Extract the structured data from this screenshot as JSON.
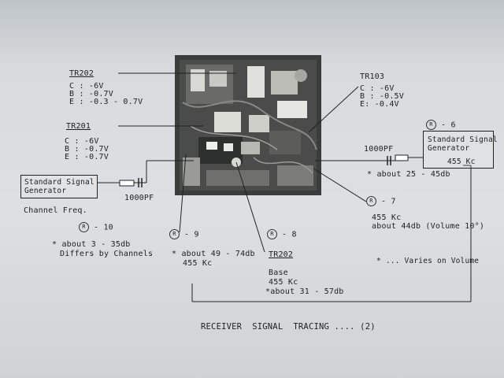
{
  "tr202_top": {
    "title": "TR202",
    "c": "C : -6V",
    "b": "B : -0.7V",
    "e": "E : -0.3 - 0.7V"
  },
  "tr201": {
    "title": "TR201",
    "c": "C : -6V",
    "b": "B : -0.7V",
    "e": "E : -0.7V"
  },
  "tr103": {
    "title": "TR103",
    "c": "C : -6V",
    "b": "B : -0.5V",
    "e": "E: -0.4V"
  },
  "generator_left": {
    "line1": "Standard Signal",
    "line2": "Generator"
  },
  "generator_right": {
    "line1": "Standard Signal",
    "line2": "Generator",
    "freq": "455 Kc"
  },
  "cap_left": "1000PF",
  "cap_right": "1000PF",
  "channel_freq": "Channel Freq.",
  "r_symbol": "R",
  "point6": {
    "num": "- 6",
    "level": "* about 25 - 45db"
  },
  "point7": {
    "num": "- 7",
    "freq": "455 Kc",
    "level": "about 44db (Volume 10°)"
  },
  "point8": {
    "num": "- 8",
    "title": "TR202",
    "base": "Base",
    "freq": "455 Kc",
    "level": "*about 31 - 57db"
  },
  "point9": {
    "num": "- 9",
    "level": "* about 49 - 74db",
    "freq": "455 Kc"
  },
  "point10": {
    "num": "- 10",
    "level": "* about 3 - 35db",
    "note": "Differs by Channels"
  },
  "varies_note": "* ... Varies on Volume",
  "caption": "RECEIVER  SIGNAL  TRACING .... (2)"
}
